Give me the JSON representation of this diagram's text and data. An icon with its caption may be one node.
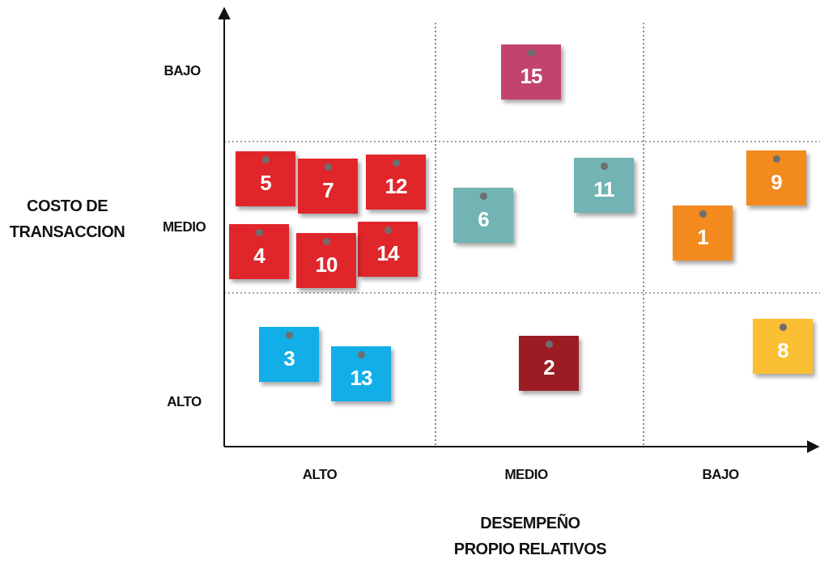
{
  "diagram": {
    "nodes": [
      {
        "text": [
          "15"
        ]
      },
      {
        "text": [
          "9"
        ]
      },
      {
        "text": [
          "5"
        ]
      },
      {
        "text": [
          "12"
        ]
      },
      {
        "text": [
          "11"
        ]
      },
      {
        "text": [
          "7"
        ]
      },
      {
        "text": [
          "6"
        ]
      },
      {
        "text": [
          "1"
        ]
      },
      {
        "text": [
          "14"
        ]
      },
      {
        "text": [
          "4"
        ]
      },
      {
        "text": [
          "10"
        ]
      },
      {
        "text": [
          "3"
        ]
      },
      {
        "text": [
          "8"
        ]
      },
      {
        "text": [
          "2"
        ]
      },
      {
        "text": [
          "13"
        ]
      }
    ],
    "edges": [],
    "labels": [
      "BAJO",
      "COSTO DE TRANSACCION",
      "MEDIO",
      "ALTO",
      "ALTO",
      "MEDIO",
      "BAJO",
      "DESEMPEÑO PROPIO RELATIVOS"
    ]
  }
}
